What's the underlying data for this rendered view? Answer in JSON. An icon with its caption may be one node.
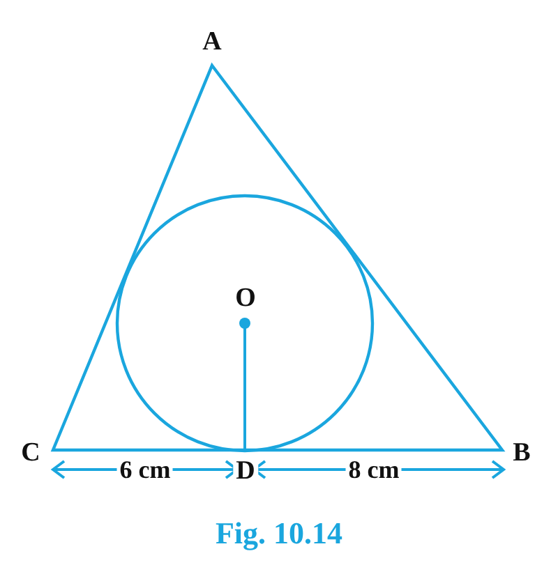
{
  "diagram": {
    "caption": "Fig. 10.14",
    "labels": [
      "A",
      "O",
      "C",
      "D",
      "B",
      "6 cm",
      "8 cm"
    ]
  }
}
